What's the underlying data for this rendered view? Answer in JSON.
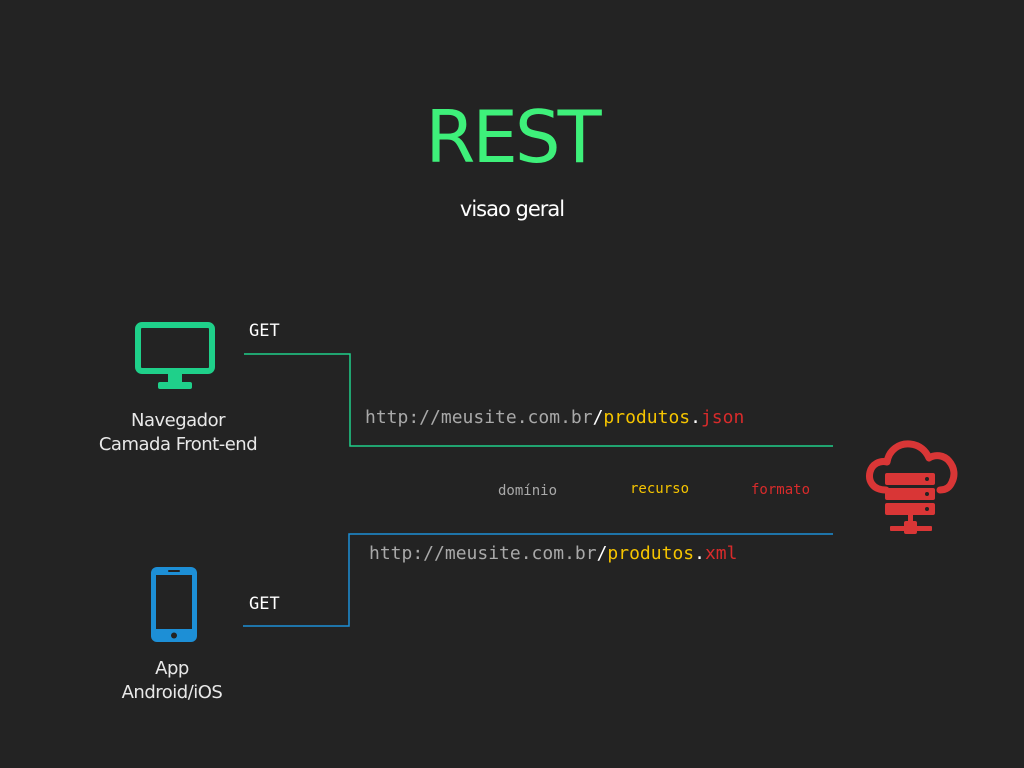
{
  "slide": {
    "title": "REST",
    "subtitle": "visao geral"
  },
  "clients": {
    "browser": {
      "icon": "monitor-icon",
      "line1": "Navegador",
      "line2": "Camada Front-end",
      "method": "GET",
      "color": "#1fd08a"
    },
    "app": {
      "icon": "smartphone-icon",
      "line1": "App",
      "line2": "Android/iOS",
      "method": "GET",
      "color": "#1d8fd6"
    }
  },
  "requests": {
    "json": {
      "domain": "http://meusite.com.br",
      "slash": "/",
      "resource": "produtos",
      "dot": ".",
      "format": "json"
    },
    "xml": {
      "domain": "http://meusite.com.br",
      "slash": "/",
      "resource": "produtos",
      "dot": ".",
      "format": "xml"
    }
  },
  "legend": {
    "domain": "domínio",
    "resource": "recurso",
    "format": "formato"
  },
  "server": {
    "icon": "cloud-server-icon",
    "color": "#d93636"
  },
  "colors": {
    "background": "#232323",
    "title": "#3ef07a",
    "resource": "#f5c400",
    "format": "#d82b2b",
    "domain": "#a9a9a9"
  }
}
